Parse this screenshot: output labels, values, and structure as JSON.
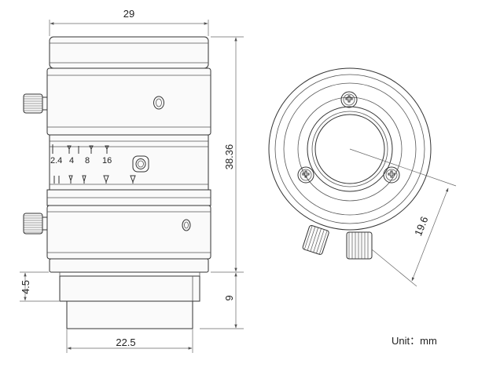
{
  "dimensions": {
    "overall_width": "29",
    "overall_height": "38.36",
    "flange_height": "4.5",
    "mount_height": "9",
    "mount_diameter": "22.5",
    "front_distance": "19.6"
  },
  "aperture_scale": [
    "2.4",
    "4",
    "8",
    "16"
  ],
  "unit_label": "Unit：mm"
}
